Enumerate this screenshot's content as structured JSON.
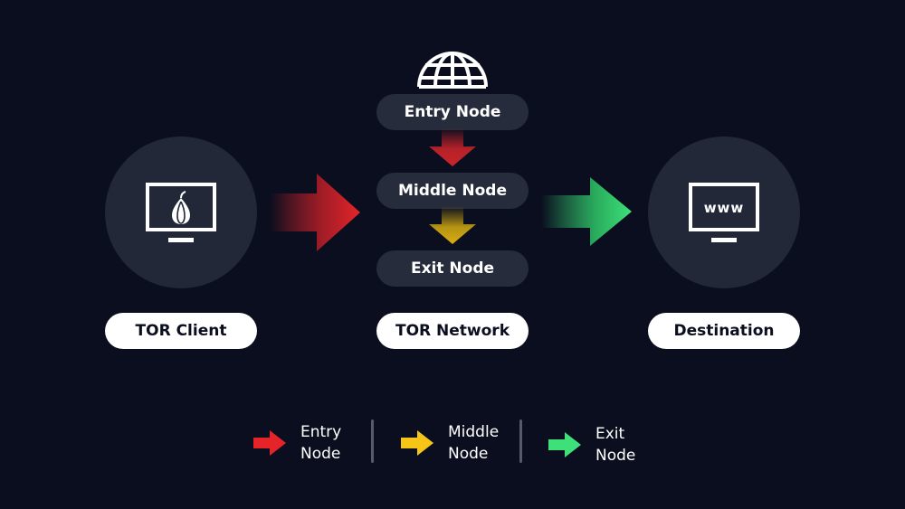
{
  "client": {
    "label": "TOR Client",
    "icon": "monitor-onion-icon"
  },
  "network": {
    "label": "TOR Network",
    "icon": "globe-icon",
    "nodes": [
      "Entry Node",
      "Middle Node",
      "Exit Node"
    ]
  },
  "destination": {
    "label": "Destination",
    "icon": "monitor-www-icon",
    "screen_text": "www"
  },
  "legend": [
    {
      "line1": "Entry",
      "line2": "Node",
      "color": "#e5242a"
    },
    {
      "line1": "Middle",
      "line2": "Node",
      "color": "#f5c518"
    },
    {
      "line1": "Exit",
      "line2": "Node",
      "color": "#3ee07a"
    }
  ],
  "colors": {
    "background": "#0a0e1f",
    "circle": "#222838",
    "node_pill": "#262c3b",
    "label_pill": "#ffffff",
    "entry": "#e5242a",
    "middle": "#f5c518",
    "exit": "#3ee07a"
  }
}
